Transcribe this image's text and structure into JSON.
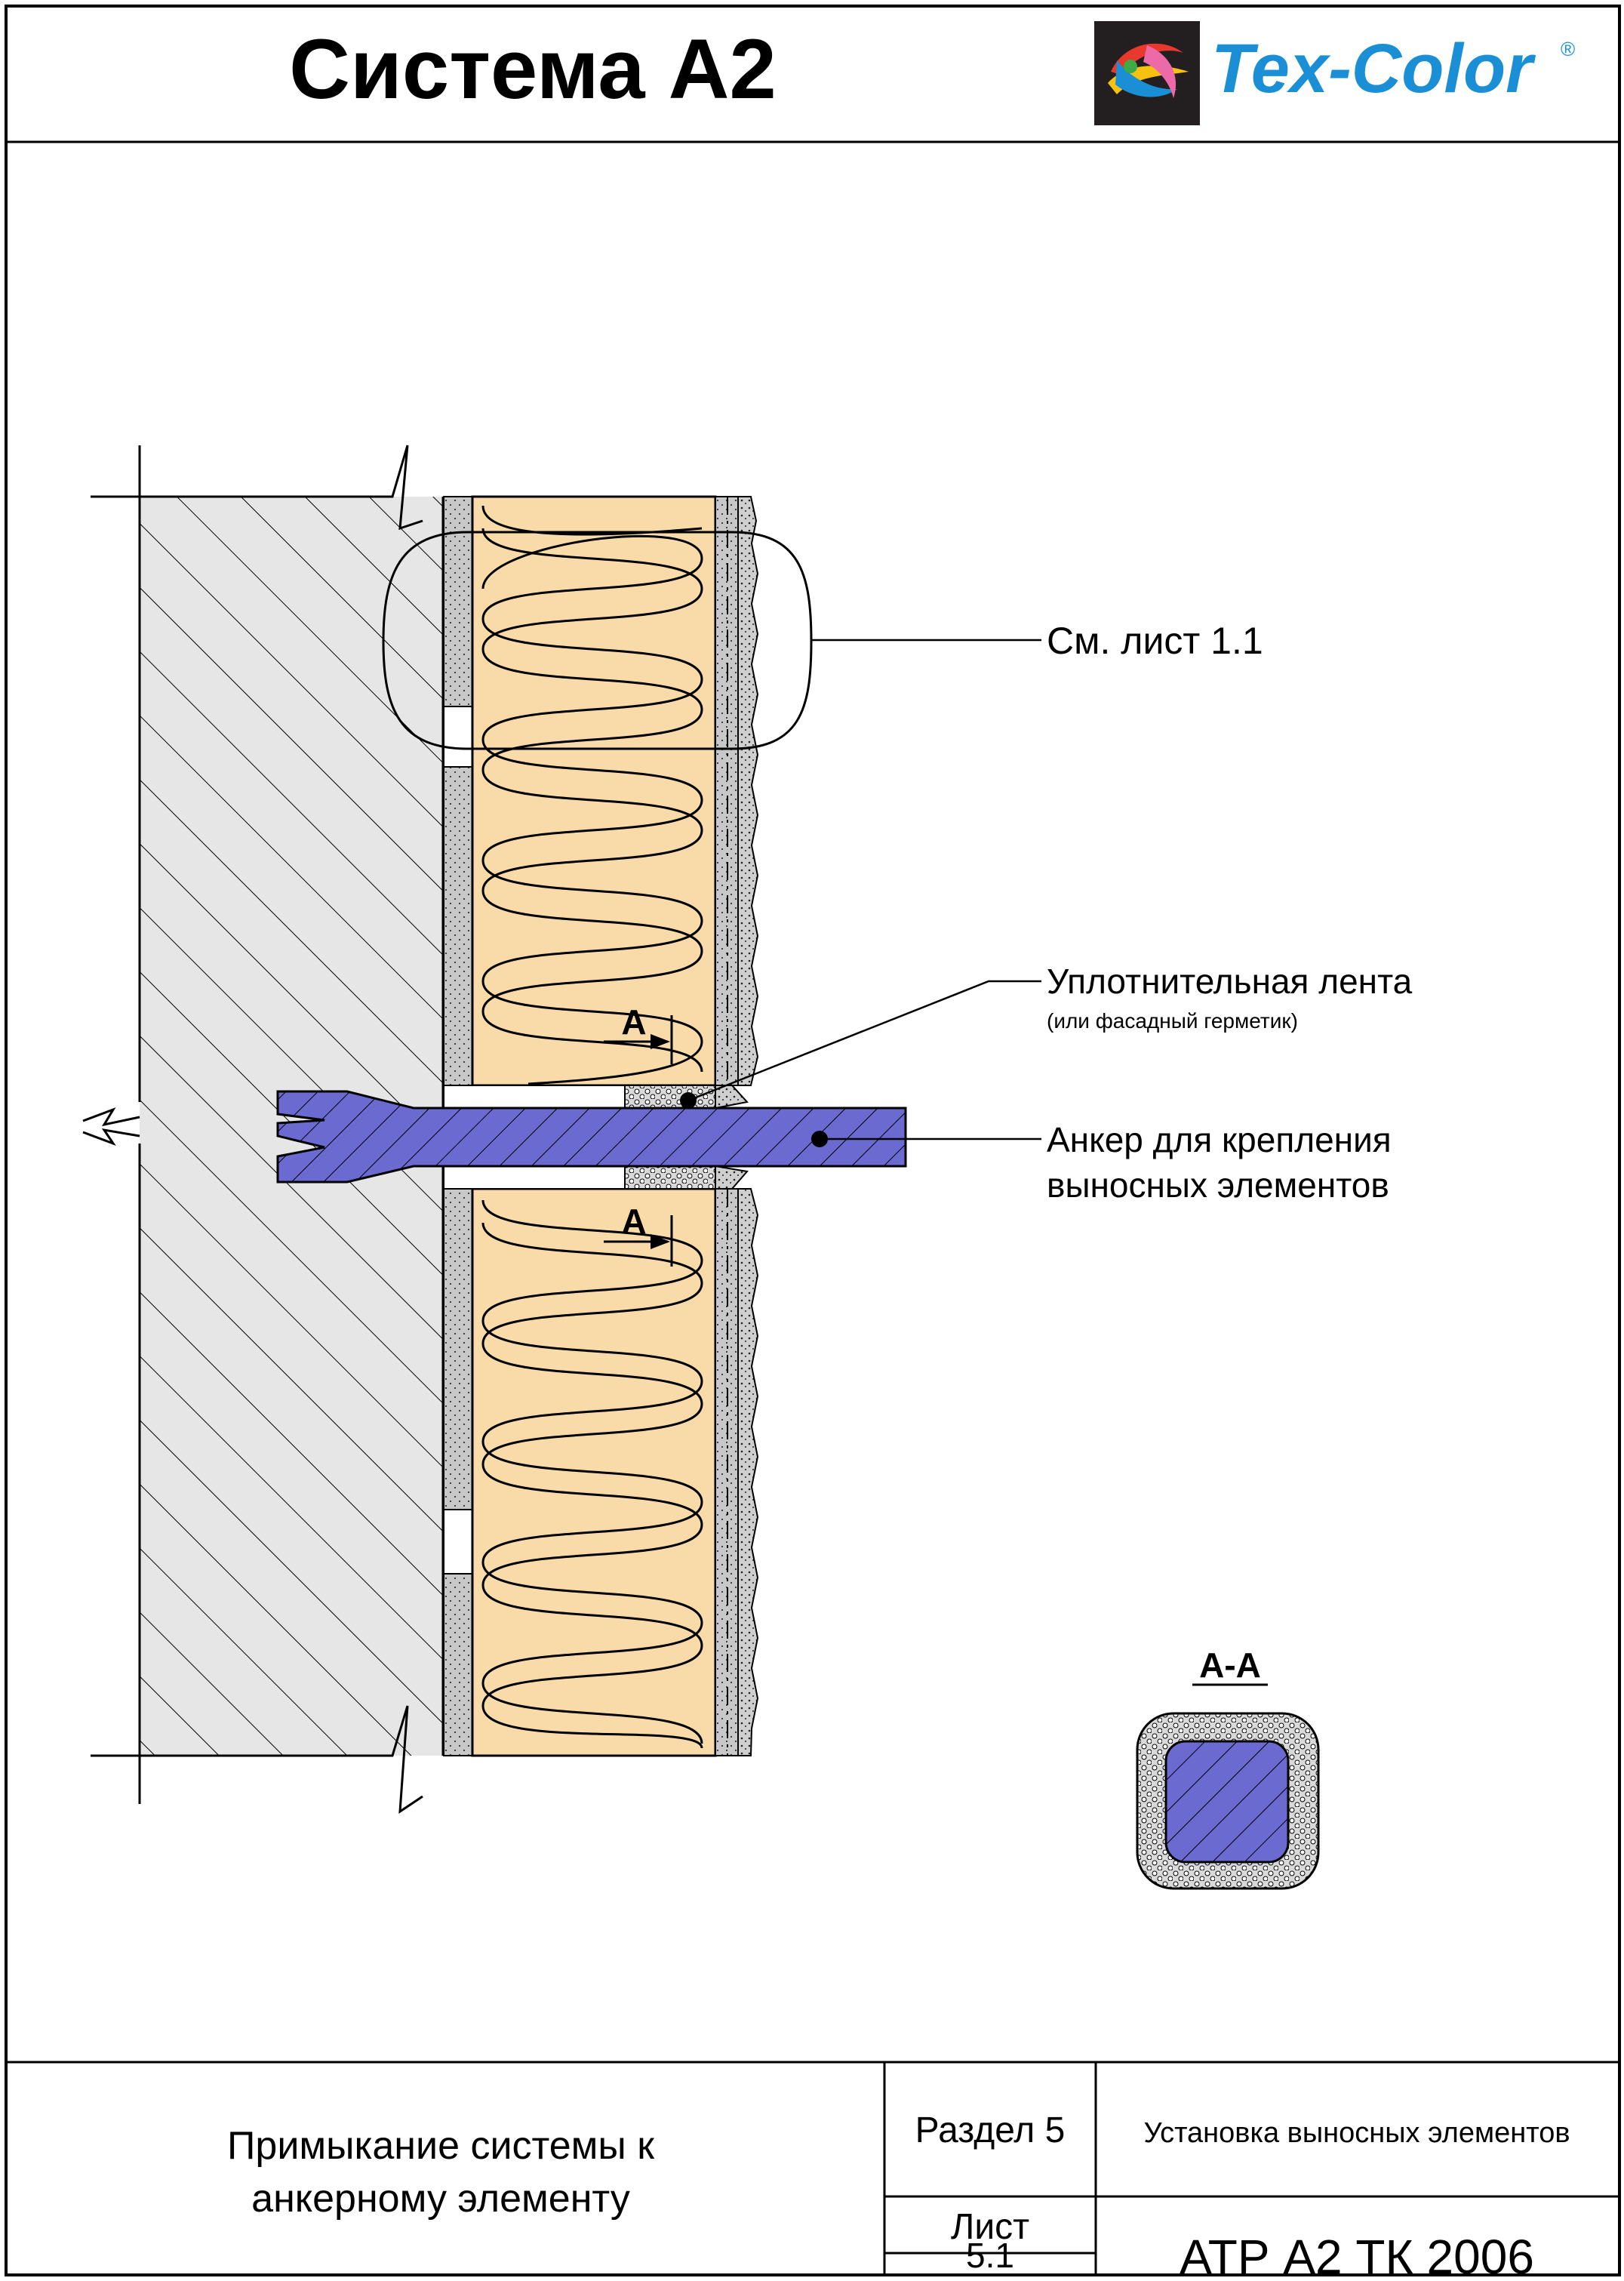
{
  "header": {
    "title": "Система А2",
    "brand": "Tex-Color",
    "brand_mark": "®"
  },
  "callouts": {
    "detail_ref": "См. лист 1.1",
    "seal_tape": "Уплотнительная лента",
    "seal_tape_note": "(или фасадный герметик)",
    "anchor_line1": "Анкер для крепления",
    "anchor_line2": "выносных элементов",
    "section_mark": "А",
    "section_title": "А-А"
  },
  "title_block": {
    "description_line1": "Примыкание системы к",
    "description_line2": "анкерному элементу",
    "section_label": "Раздел 5",
    "section_name": "Установка выносных элементов",
    "sheet_label": "Лист",
    "sheet_number": "5.1",
    "document_code": "АТР А2 ТК 2006"
  },
  "colors": {
    "insulation": "#f8dba8",
    "anchor": "#6a6ad0",
    "adhesive": "#c8c8c8",
    "concrete": "#e6e6e6",
    "brand_blue": "#1a8fd6",
    "logo_bg": "#231f20"
  }
}
